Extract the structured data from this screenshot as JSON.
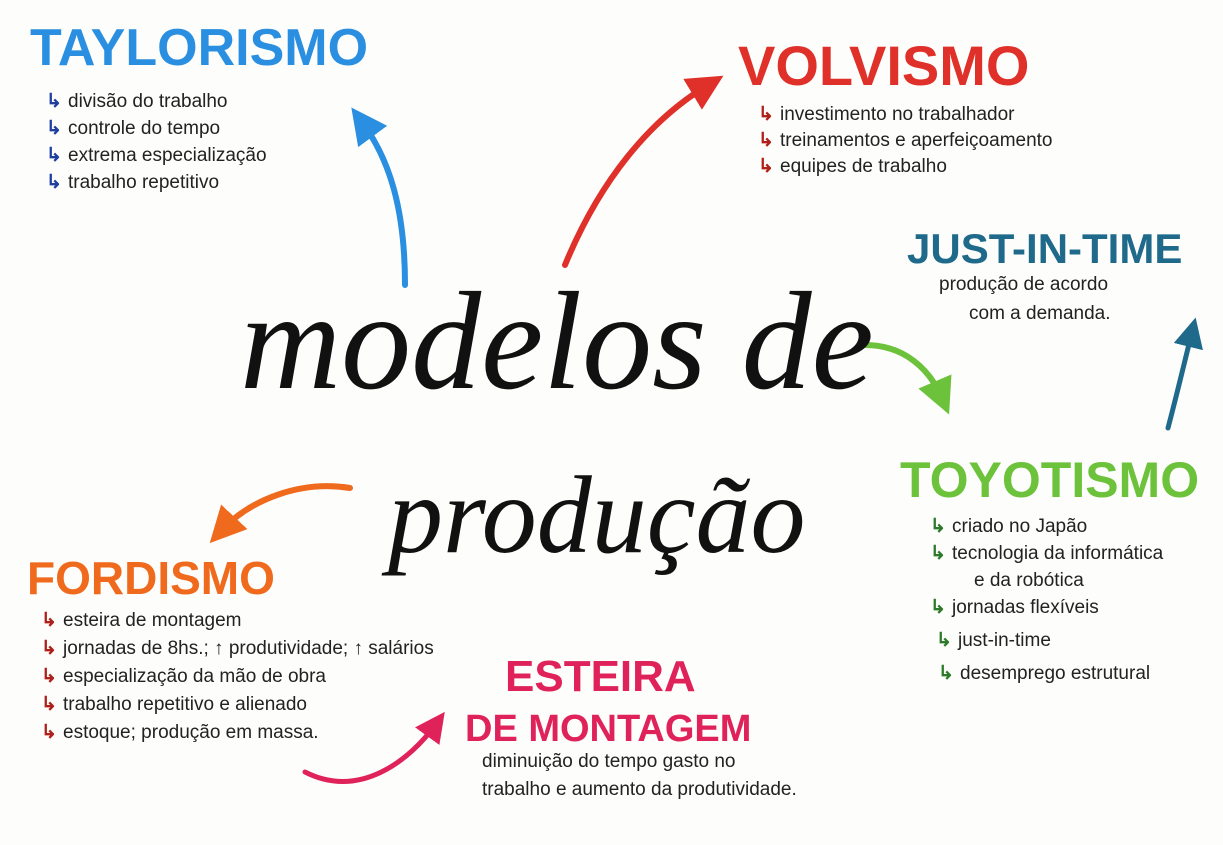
{
  "center": {
    "line1": "modelos de",
    "line2": "produção"
  },
  "taylorismo": {
    "title": "TAYLORISMO",
    "color": "#2a8fe0",
    "items": [
      "divisão do trabalho",
      "controle do tempo",
      "extrema especialização",
      "trabalho repetitivo"
    ]
  },
  "volvismo": {
    "title": "VOLVISMO",
    "color": "#e0302a",
    "items": [
      "investimento no trabalhador",
      "treinamentos e aperfeiçoamento",
      "equipes de trabalho"
    ]
  },
  "just_in_time": {
    "title": "JUST-IN-TIME",
    "color": "#1f6a8a",
    "desc": [
      "produção de acordo",
      "com a demanda."
    ]
  },
  "toyotismo": {
    "title": "TOYOTISMO",
    "color": "#6cc23a",
    "items": [
      "criado no Japão",
      "tecnologia da informática",
      "e da robótica",
      "jornadas flexíveis",
      "just-in-time",
      "desemprego estrutural"
    ]
  },
  "fordismo": {
    "title": "FORDISMO",
    "color": "#f06a1e",
    "items": [
      "esteira de montagem",
      "jornadas de 8hs.; ↑ produtividade; ↑ salários",
      "especialização da mão de obra",
      "trabalho repetitivo e alienado",
      "estoque; produção em massa."
    ]
  },
  "esteira": {
    "title1": "ESTEIRA",
    "title2": "DE MONTAGEM",
    "color": "#e0225a",
    "desc": [
      "diminuição do tempo gasto no",
      "trabalho e aumento da produtividade."
    ]
  },
  "bullet": "↳"
}
